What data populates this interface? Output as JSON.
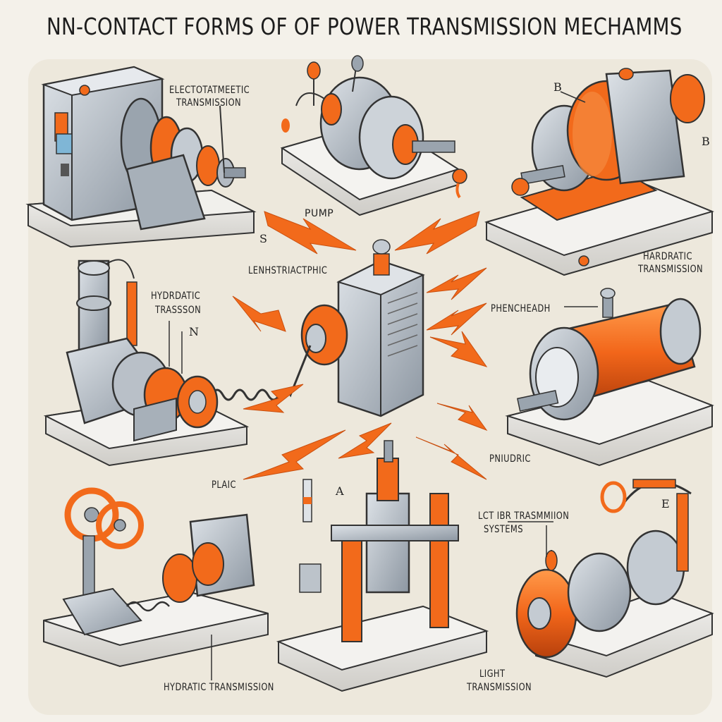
{
  "title": "NN-CONTACT   FORMS OF OF POWER TRANSMISSION MECHAMMS",
  "labels": {
    "electromagnetic": [
      "ELECTOTATMEETIC",
      "TRANSMISSION"
    ],
    "pump": "PUMP",
    "s_mark": "S",
    "b_mark_top": "B",
    "b_mark_right": "B",
    "lenhstriactphic": "LENHSTRIACTPHIC",
    "harddatic": [
      "HARDRATIC",
      "TRANSMISSION"
    ],
    "hydrdatic_left": [
      "HYDRDATIC",
      "TRASSSON"
    ],
    "n_mark": "N",
    "phenchheadh": "PHENCHEADH",
    "pniudric": "PNIUDRIC",
    "plaic": "PLAIC",
    "lct_ibr": [
      "LCT IBR TRASMMIION",
      "SYSTEMS"
    ],
    "e_mark": "E",
    "hydratic_bottom": "HYDRATIC TRANSMISSION",
    "light": [
      "LIGHT",
      "TRANSMISSION"
    ],
    "a_mark": "A"
  },
  "colors": {
    "accent_orange": "#f26a1b",
    "metal": "#b9c0c8",
    "metal_dark": "#6b7580",
    "base": "#eceae6",
    "ink": "#2a2a2a",
    "background": "#f4f1ea",
    "panel": "#ede8dc"
  },
  "icons": [
    "electromagnetic-machine",
    "pump-machine",
    "hydraulic-machine",
    "central-hub-device",
    "hydraulic-press",
    "pneumatic-motor",
    "pulley-machine",
    "press-machine",
    "light-transmission-machine",
    "lightning-arrow"
  ]
}
